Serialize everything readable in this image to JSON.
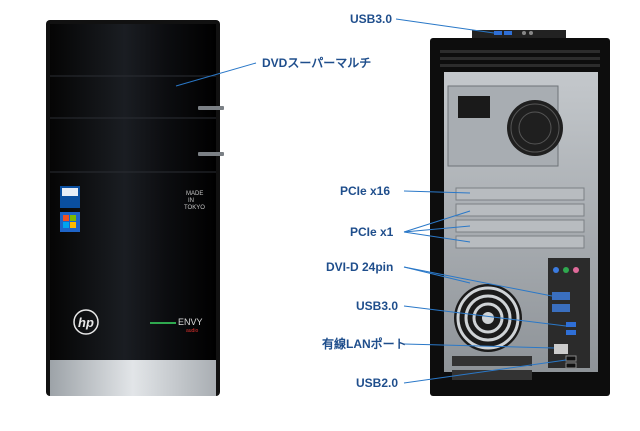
{
  "front": {
    "brand": "hp",
    "badge_lines": [
      "MADE",
      "IN",
      "TOKYO"
    ],
    "model": "ENVY",
    "model_sub": "audio"
  },
  "labels": {
    "usb3_top": "USB3.0",
    "dvd": "DVDスーパーマルチ",
    "pcie_x16": "PCIe x16",
    "pcie_x1": "PCIe x1",
    "dvi": "DVI-D 24pin",
    "usb3_rear": "USB3.0",
    "lan": "有線LANポート",
    "usb2": "USB2.0"
  },
  "colors": {
    "callout_text": "#1f4e8c",
    "callout_line": "#2a78c8",
    "case_black": "#0a0a0a",
    "case_silver": "#c9cdd1"
  }
}
